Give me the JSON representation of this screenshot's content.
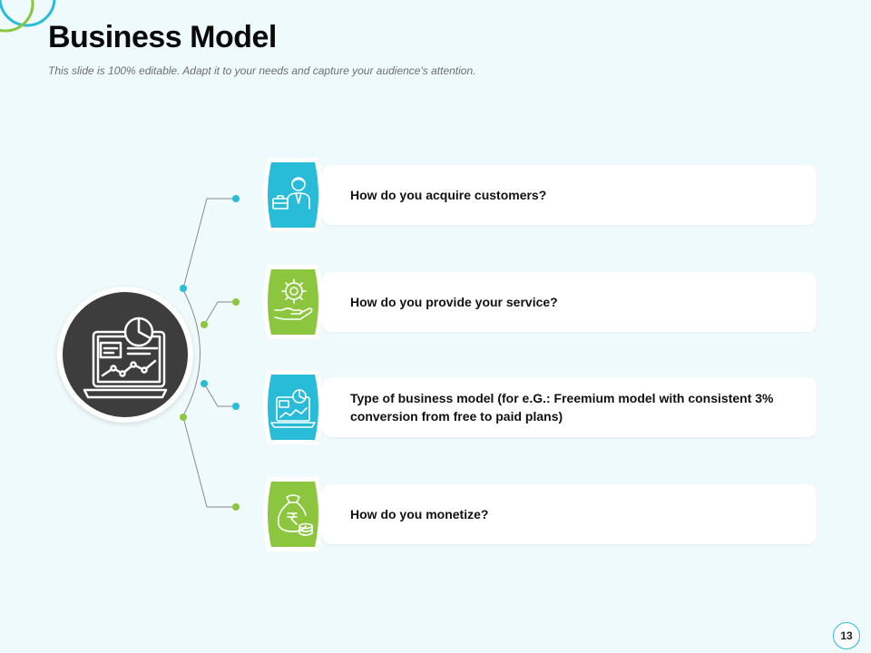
{
  "title": "Business Model",
  "subtitle": "This slide is 100% editable. Adapt it to your needs and capture your audience's attention.",
  "page_number": "13",
  "colors": {
    "cyan": "#29bcd8",
    "green": "#8cc63e",
    "hub": "#3d3d3d",
    "background": "#effafc"
  },
  "hub_icon": "laptop-analytics-icon",
  "items": [
    {
      "text": "How do you acquire customers?",
      "icon": "businessman-icon",
      "color": "cyan"
    },
    {
      "text": "How do you provide your service?",
      "icon": "gear-hand-icon",
      "color": "green"
    },
    {
      "text": "Type of business model (for e.G.: Freemium model with consistent 3% conversion from free to paid plans)",
      "icon": "laptop-chart-icon",
      "color": "cyan"
    },
    {
      "text": "How do you monetize?",
      "icon": "money-bag-icon",
      "color": "green"
    }
  ]
}
